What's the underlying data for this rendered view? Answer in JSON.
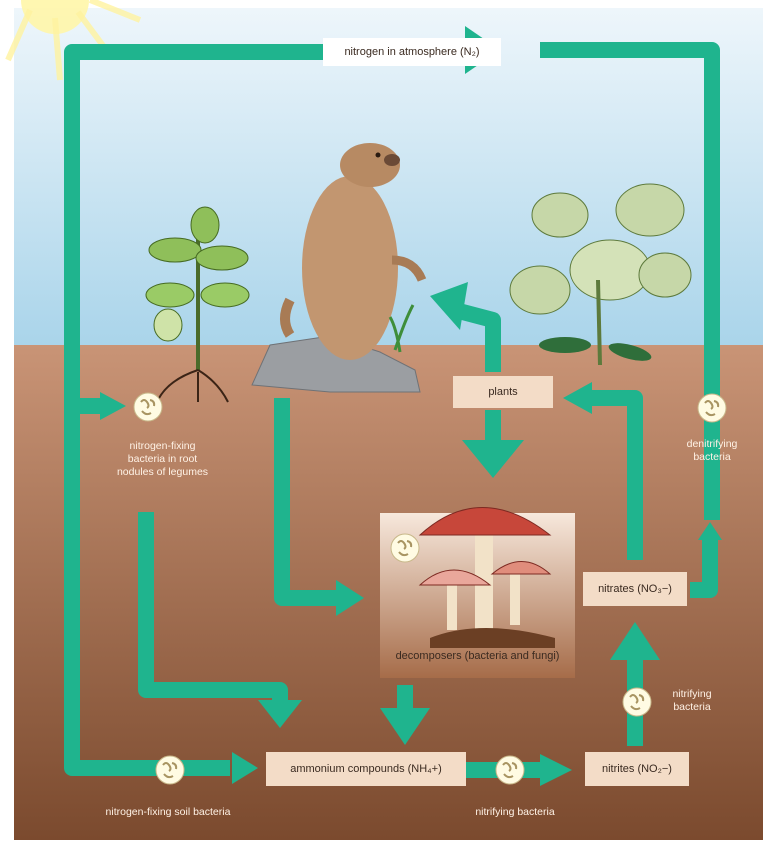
{
  "boxes": {
    "atmosphere": "nitrogen in atmosphere (N₂)",
    "plants": "plants",
    "ammonium": "ammonium compounds (NH₄+)",
    "nitrites": "nitrites (NO₂−)",
    "nitrates": "nitrates (NO₃−)"
  },
  "labels": {
    "legume_bacteria": "nitrogen-fixing bacteria in root nodules of legumes",
    "denitrifying": "denitrifying bacteria",
    "decomposers": "decomposers (bacteria and fungi)",
    "nitrifying_upper": "nitrifying bacteria",
    "nitrifying_lower": "nitrifying bacteria",
    "soil_bacteria": "nitrogen-fixing soil bacteria"
  },
  "colors": {
    "arrow": "#1fb48e",
    "sky_top": "#a9d4ea",
    "soil_top": "#c79273",
    "soil_bottom": "#7a4a2e"
  },
  "icons": [
    "bacteria-icon",
    "sun-icon",
    "prairie-dog-icon",
    "legume-plant-icon",
    "cucumber-plant-icon",
    "mushroom-icon",
    "rock-icon"
  ]
}
